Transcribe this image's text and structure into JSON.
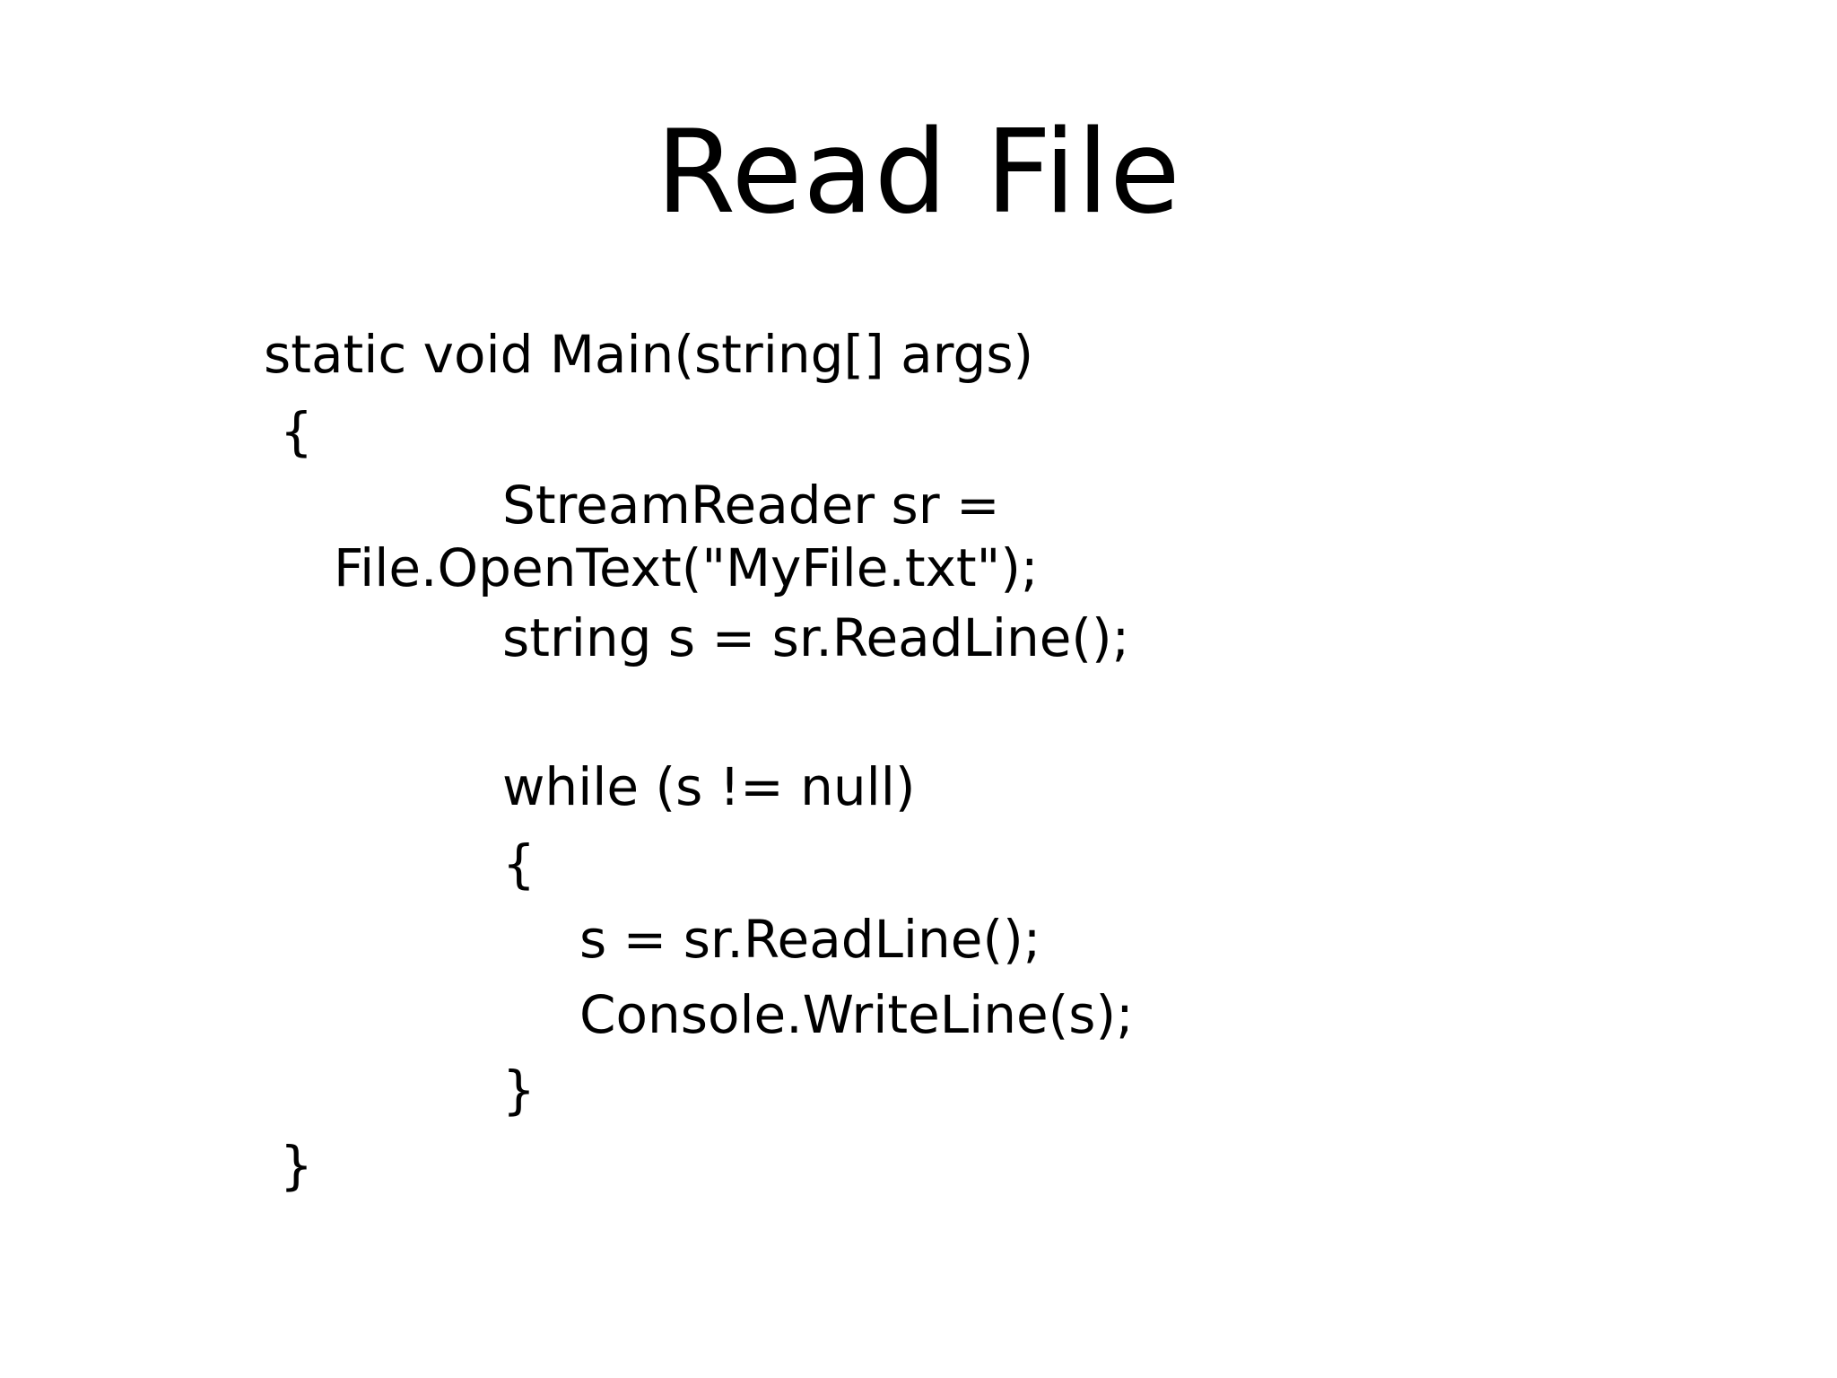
{
  "slide": {
    "title": "Read File",
    "code_lines": [
      "static void Main(string[] args)",
      "{",
      "StreamReader sr =",
      "File.OpenText(\"MyFile.txt\");",
      "string s = sr.ReadLine();",
      "while (s != null)",
      "{",
      "s = sr.ReadLine();",
      "Console.WriteLine(s);",
      "}",
      "}"
    ]
  }
}
